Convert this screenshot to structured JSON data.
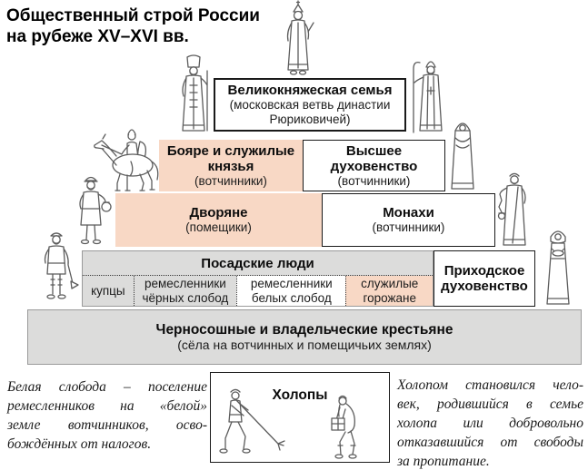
{
  "colors": {
    "pink": "#f8d8c5",
    "gray": "#dcdcdb",
    "box_border": "#1a1a1a",
    "gray_border": "#9a9a9a",
    "figure_stroke": "#5c5c5c"
  },
  "title": {
    "line1": "Общественный строй России",
    "line2": "на рубеже XV–XVI вв."
  },
  "pyramid": {
    "level1": {
      "title": "Великокняжеская семья",
      "sub_lines": [
        "(московская ветвь династии",
        "Рюриковичей)"
      ]
    },
    "level2_left": {
      "lines": [
        "Бояре и служилые",
        "князья"
      ],
      "subtitle": "(вотчинники)"
    },
    "level2_right": {
      "lines": [
        "Высшее",
        "духовенство"
      ],
      "subtitle": "(вотчинники)"
    },
    "level3_left": {
      "title": "Дворяне",
      "subtitle": "(помещики)"
    },
    "level3_right": {
      "title": "Монахи",
      "subtitle": "(вотчинники)"
    },
    "level4": {
      "header": "Посадские люди",
      "cell1": "купцы",
      "cell2_lines": [
        "ремесленники",
        "чёрных слобод"
      ],
      "cell3_lines": [
        "ремесленники",
        "белых слобод"
      ],
      "cell4_lines": [
        "служилые",
        "горожане"
      ],
      "right_box_lines": [
        "Приходское",
        "духовенство"
      ]
    },
    "level5": {
      "title": "Черносошные и владельческие крестьяне",
      "subtitle": "(сёла на вотчинных и помещичьих землях)"
    }
  },
  "footer": {
    "left_note_lines": [
      "Белая слобода – поселение",
      "ремесленников на «белой»",
      "земле вотчинников, осво-",
      "бождённых от налогов."
    ],
    "slaves_box_label": "Холопы",
    "right_note_lines": [
      "Холопом становился чело-",
      "век, родившийся в семье",
      "холопа или добровольно",
      "отказавшийся от свободы",
      "за пропитание."
    ]
  },
  "figures": [
    "tsar",
    "boyar",
    "bishop",
    "horseman",
    "monk",
    "merchant",
    "deacon",
    "peasant-with-axe",
    "townswoman",
    "serf-raking",
    "serf-carrying"
  ]
}
